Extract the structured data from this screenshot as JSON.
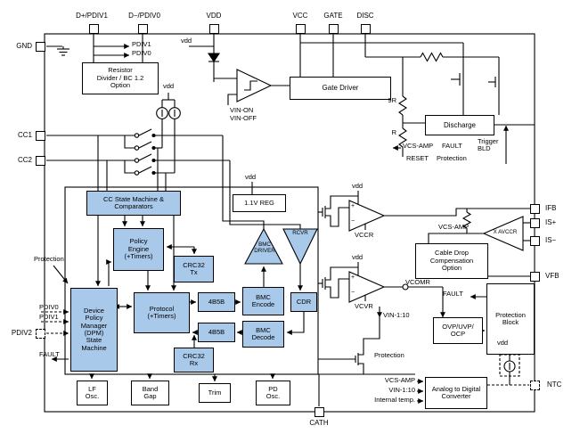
{
  "colors": {
    "blue": "#a9c9ea",
    "ink": "#000000",
    "bg": "#ffffff"
  },
  "pins": {
    "top": [
      {
        "label": "D+/PDIV1"
      },
      {
        "label": "D−/PDIV0"
      },
      {
        "label": "VDD"
      },
      {
        "label": "VCC"
      },
      {
        "label": "GATE"
      },
      {
        "label": "DISC"
      }
    ],
    "left": [
      {
        "label": "GND"
      },
      {
        "label": "CC1"
      },
      {
        "label": "CC2"
      },
      {
        "label": "PDIV2"
      }
    ],
    "right": [
      {
        "label": "IFB"
      },
      {
        "label": "IS+"
      },
      {
        "label": "IS−"
      },
      {
        "label": "VFB"
      },
      {
        "label": "NTC"
      }
    ],
    "bottom": [
      {
        "label": "CATH"
      }
    ]
  },
  "blocks": {
    "resistor_divider": "Resistor\nDivider / BC 1.2\nOption",
    "gate_driver": "Gate Driver",
    "discharge": "Discharge",
    "cc_state_machine": "CC State Machine &\nComparators",
    "reg": "1.1V REG",
    "policy_engine": "Policy\nEngine\n(+Timers)",
    "crc32_tx": "CRC32\nTx",
    "protocol": "Protocol\n(+Timers)",
    "b4b5_tx": "4B5B",
    "b4b5_rx": "4B5B",
    "bmc_encode": "BMC\nEncode",
    "cdr": "CDR",
    "bmc_decode": "BMC\nDecode",
    "crc32_rx": "CRC32\nRx",
    "dpm": "Device\nPolicy\nManager\n(DPM)\nState\nMachine",
    "lf_osc": "LF\nOsc.",
    "band_gap": "Band\nGap",
    "trim": "Trim",
    "pd_osc": "PD\nOsc.",
    "cable_drop": "Cable Drop\nCompensation\nOption",
    "ovp": "OVP/UVP/\nOCP",
    "protection_block": "Protection\nBlock",
    "adc": "Analog to Digital\nConverter",
    "bmc_driver": "BMC\nDRIVER",
    "rcvr": "RCVR",
    "x_avccr": "X AVCCR"
  },
  "labels": {
    "vdd": "vdd",
    "pdiv1": "PDIV1",
    "pdiv0": "PDIV0",
    "vin_on": "VIN-ON",
    "vin_off": "VIN-OFF",
    "r9": "9R",
    "r": "R",
    "vcs_amp": "VCS-AMP",
    "fault": "FAULT",
    "trigger_bld": "Trigger\nBLD",
    "reset": "RESET",
    "protection": "Protection",
    "vccr": "VCCR",
    "vcvr": "VCVR",
    "vcomr": "VCOMR",
    "vin_1_10": "VIN-1:10",
    "internal_temp": "Internal temp.",
    "plus": "+",
    "minus": "−"
  }
}
